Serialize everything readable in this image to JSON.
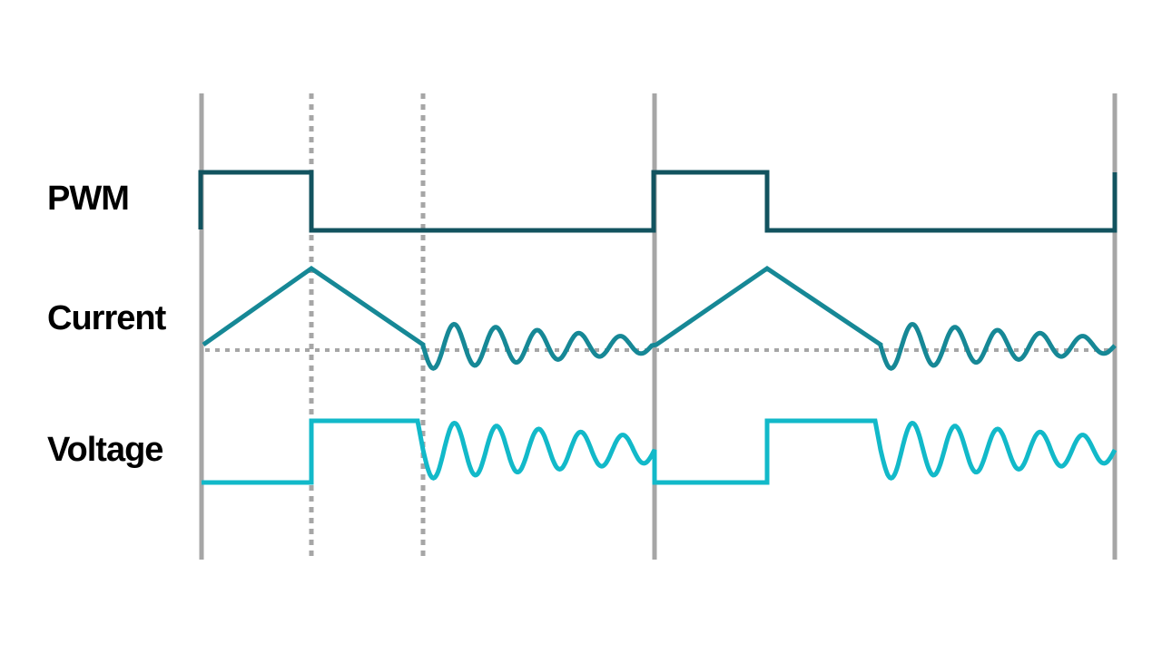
{
  "labels": {
    "pwm": "PWM",
    "current": "Current",
    "voltage": "Voltage"
  },
  "colors": {
    "pwm": "#12535f",
    "current": "#168896",
    "voltage": "#12b9c9",
    "gridline": "#a6a6a6",
    "text": "#000000"
  },
  "signals": {
    "periods": 2,
    "pwm_duty_cycle": 0.25,
    "current_ramp_end_fraction": 0.5,
    "ringing_half_cycles_per_period": 10
  },
  "markers": {
    "solid_period_boundaries": 3,
    "dotted_phase_markers": 2
  }
}
